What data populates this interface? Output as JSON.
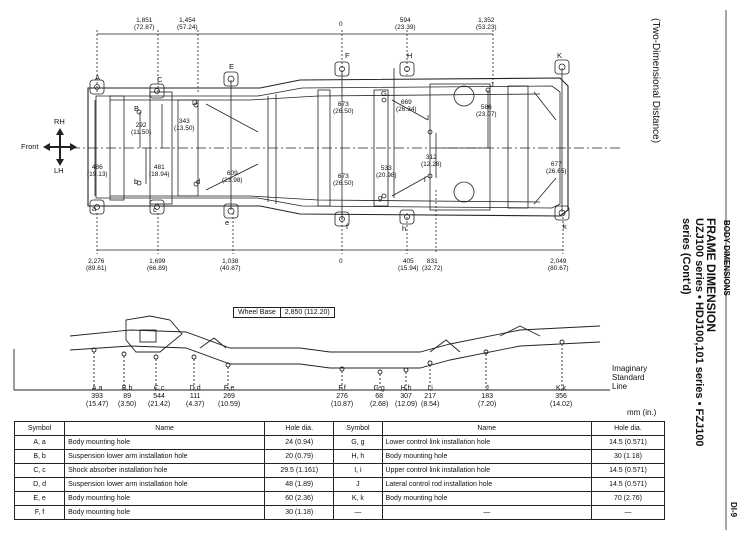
{
  "page": {
    "side_header": "BODY DIMENSIONS",
    "page_number": "DI-9",
    "title": "FRAME DIMENSION",
    "subtitle_line1": "UZJ100 series • HDJ100,101 series • FZJ100",
    "subtitle_line2": "series (Cont'd)",
    "two_dimensional": "(Two-Dimensional  Distance)",
    "units": "mm (in.)",
    "imaginary_line": [
      "Imaginary",
      "Standard",
      "Line"
    ]
  },
  "compass": {
    "rh": "RH",
    "lh": "LH",
    "front": "Front"
  },
  "wheel_base": {
    "label": "Wheel Base",
    "value": "2,850 (112.20)"
  },
  "top_dims": [
    {
      "v": "1,851",
      "i": "(72.87)"
    },
    {
      "v": "1,454",
      "i": "(57.24)"
    },
    {
      "v": "0",
      "i": ""
    },
    {
      "v": "594",
      "i": "(23.39)"
    },
    {
      "v": "1,352",
      "i": "(53.23)"
    }
  ],
  "bottom_dims": [
    {
      "v": "2,276",
      "i": "(89.61)"
    },
    {
      "v": "1,699",
      "i": "(66.89)"
    },
    {
      "v": "1,038",
      "i": "(40.87)"
    },
    {
      "v": "0",
      "i": ""
    },
    {
      "v": "405",
      "i": "(15.94)"
    },
    {
      "v": "831",
      "i": "(32.72)"
    },
    {
      "v": "2,049",
      "i": "(80.67)"
    }
  ],
  "inner_dims": [
    {
      "v": "292",
      "i": "(11.50)"
    },
    {
      "v": "343",
      "i": "(13.50)"
    },
    {
      "v": "486",
      "i": "(19.13)"
    },
    {
      "v": "481",
      "i": "(18.94)"
    },
    {
      "v": "609",
      "i": "(23.98)"
    },
    {
      "v": "673",
      "i": "(26.50)"
    },
    {
      "v": "673",
      "i": "(26.50)"
    },
    {
      "v": "669",
      "i": "(26.34)"
    },
    {
      "v": "533",
      "i": "(20.98)"
    },
    {
      "v": "312",
      "i": "(12.28)"
    },
    {
      "v": "586",
      "i": "(23.07)"
    },
    {
      "v": "677",
      "i": "(26.65)"
    }
  ],
  "points_upper": [
    "A",
    "B",
    "C",
    "D",
    "E",
    "F",
    "G",
    "H",
    "I",
    "J",
    "K"
  ],
  "points_lower": [
    "a",
    "b",
    "c",
    "d",
    "e",
    "f",
    "g",
    "h",
    "i",
    "k"
  ],
  "side_points": [
    {
      "s": "A,a",
      "v": "393",
      "i": "(15.47)"
    },
    {
      "s": "B,b",
      "v": "89",
      "i": "(3.50)"
    },
    {
      "s": "C,c",
      "v": "544",
      "i": "(21.42)"
    },
    {
      "s": "D,d",
      "v": "111",
      "i": "(4.37)"
    },
    {
      "s": "E,e",
      "v": "269",
      "i": "(10.59)"
    },
    {
      "s": "F,f",
      "v": "276",
      "i": "(10.87)"
    },
    {
      "s": "G,g",
      "v": "68",
      "i": "(2.68)"
    },
    {
      "s": "H,h",
      "v": "307",
      "i": "(12.09)"
    },
    {
      "s": "I,i",
      "v": "217",
      "i": "(8.54)"
    },
    {
      "s": "J",
      "v": "183",
      "i": "(7.20)"
    },
    {
      "s": "K,k",
      "v": "356",
      "i": "(14.02)"
    }
  ],
  "table": {
    "headers": [
      "Symbol",
      "Name",
      "Hole dia.",
      "Symbol",
      "Name",
      "Hole dia."
    ],
    "rows": [
      [
        "A, a",
        "Body mounting hole",
        "24 (0.94)",
        "G, g",
        "Lower control link installation hole",
        "14.5 (0.571)"
      ],
      [
        "B, b",
        "Suspension lower arm installation hole",
        "20 (0.79)",
        "H, h",
        "Body mounting hole",
        "30 (1.18)"
      ],
      [
        "C, c",
        "Shock absorber installation hole",
        "29.5 (1.161)",
        "I, i",
        "Upper control link installation hole",
        "14.5 (0.571)"
      ],
      [
        "D, d",
        "Suspension lower arm installation hole",
        "48 (1.89)",
        "J",
        "Lateral control rod installation hole",
        "14.5 (0.571)"
      ],
      [
        "E, e",
        "Body mounting hole",
        "60 (2.36)",
        "K, k",
        "Body mounting hole",
        "70 (2.76)"
      ],
      [
        "F, f",
        "Body mounting hole",
        "30 (1.18)",
        "—",
        "—",
        "—"
      ]
    ]
  }
}
